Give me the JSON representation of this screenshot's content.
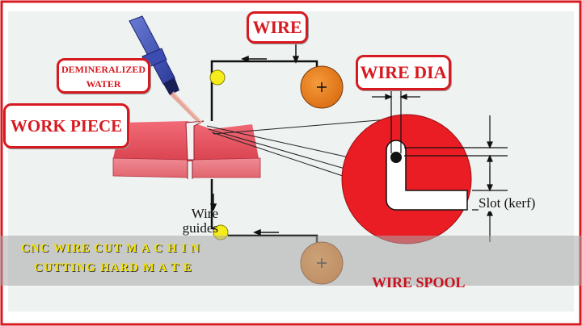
{
  "labels": {
    "wire": "WIRE",
    "wire_dia": "WIRE DIA",
    "demineralized": "DEMINERALIZED",
    "water": "WATER",
    "work_piece": "WORK PIECE",
    "wire_guides_line1": "Wire",
    "wire_guides_line2": "guides",
    "slot_kerf": "Slot (kerf)",
    "wire_spool": "WIRE SPOOL"
  },
  "caption": {
    "line1": "CNC WIRE CUT  M A C H I N",
    "line2": "CUTTING HARD  M A T E"
  },
  "colors": {
    "accent_red": "#d71920",
    "background": "#eef2f1",
    "spool_orange": "#e87818",
    "guide_yellow": "#f6ec1c",
    "workpiece_red": "#e2505e",
    "caption_yellow": "#f5e400"
  }
}
